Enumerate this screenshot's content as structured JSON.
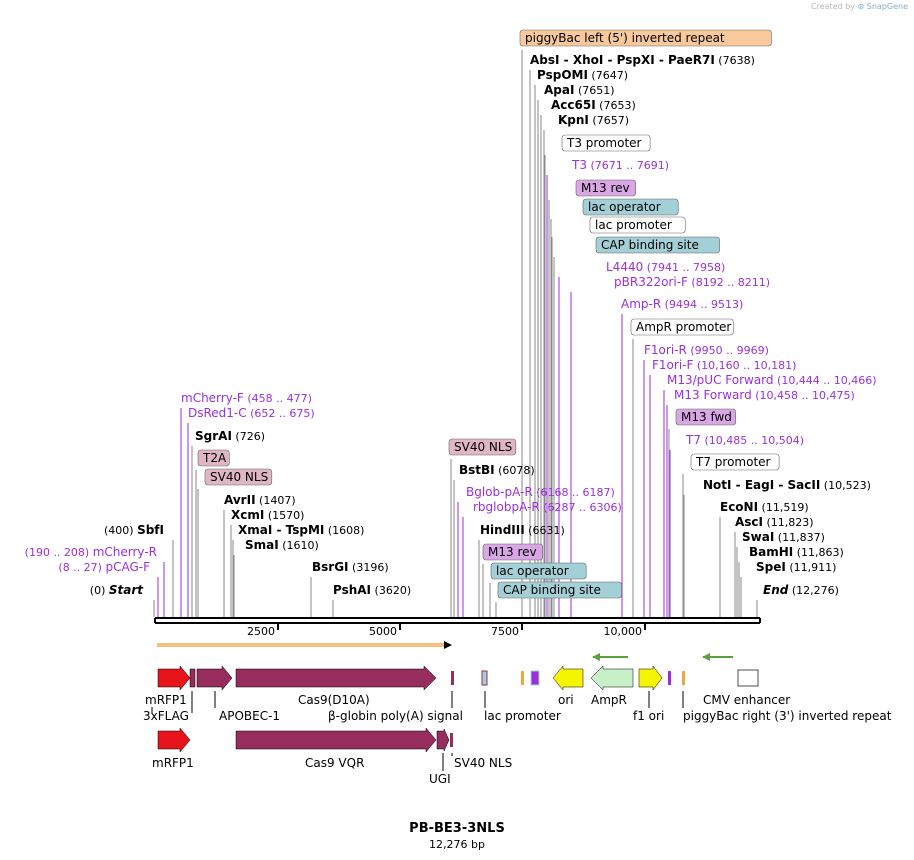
{
  "credit": {
    "prefix": "Created by",
    "brand": "SnapGene"
  },
  "plasmid": {
    "name": "PB-BE3-3NLS",
    "length_label": "12,276 bp",
    "length_bp": 12276
  },
  "colors": {
    "feature_purple": "#9b30d9",
    "rfp_red": "#e8141c",
    "cas9_maroon": "#962d5e",
    "marker_yellow": "#f5f500",
    "ampr_green": "#c8f0c8",
    "orange_bar": "#f2a444",
    "lac_teal": "#a3cfd6",
    "m13_lilac": "#d9a6e6",
    "piggybac_peach": "#f8c99c",
    "sv40_pink": "#e0b6c4"
  },
  "axis": {
    "ticks": [
      "2500",
      "5000",
      "7500",
      "10,000"
    ]
  },
  "top_labels": [
    {
      "text": "piggyBac left (5') inverted repeat",
      "style": "box",
      "fill": "#f8c99c"
    },
    {
      "text": "AbsI  -  XhoI  -  PspXI  -  PaeR7I",
      "pos": "(7638)",
      "style": "enzyme"
    },
    {
      "text": "PspOMI",
      "pos": "(7647)",
      "style": "enzyme"
    },
    {
      "text": "ApaI",
      "pos": "(7651)",
      "style": "enzyme"
    },
    {
      "text": "Acc65I",
      "pos": "(7653)",
      "style": "enzyme"
    },
    {
      "text": "KpnI",
      "pos": "(7657)",
      "style": "enzyme"
    },
    {
      "text": "T3 promoter",
      "style": "box",
      "fill": "#ffffff"
    },
    {
      "text": "T3",
      "pos": "(7671 .. 7691)",
      "style": "primer"
    },
    {
      "text": "M13 rev",
      "style": "box",
      "fill": "#d9a6e6"
    },
    {
      "text": "lac operator",
      "style": "box",
      "fill": "#a3cfd6"
    },
    {
      "text": "lac promoter",
      "style": "box",
      "fill": "#ffffff"
    },
    {
      "text": "CAP binding site",
      "style": "box",
      "fill": "#a3cfd6"
    },
    {
      "text": "L4440",
      "pos": "(7941 .. 7958)",
      "style": "primer"
    },
    {
      "text": "pBR322ori-F",
      "pos": "(8192 .. 8211)",
      "style": "primer"
    },
    {
      "text": "Amp-R",
      "pos": "(9494 .. 9513)",
      "style": "primer"
    },
    {
      "text": "AmpR promoter",
      "style": "box",
      "fill": "#ffffff"
    },
    {
      "text": "F1ori-R",
      "pos": "(9950 .. 9969)",
      "style": "primer"
    },
    {
      "text": "F1ori-F",
      "pos": "(10,160 .. 10,181)",
      "style": "primer"
    },
    {
      "text": "M13/pUC Forward",
      "pos": "(10,444 .. 10,466)",
      "style": "primer"
    },
    {
      "text": "M13 Forward",
      "pos": "(10,458 .. 10,475)",
      "style": "primer"
    },
    {
      "text": "M13 fwd",
      "style": "box",
      "fill": "#d9a6e6"
    },
    {
      "text": "T7",
      "pos": "(10,485 .. 10,504)",
      "style": "primer"
    },
    {
      "text": "T7 promoter",
      "style": "box",
      "fill": "#ffffff"
    },
    {
      "text": "NotI  -  EagI  -  SacII",
      "pos": "(10,523)",
      "style": "enzyme"
    },
    {
      "text": "EcoNI",
      "pos": "(11,519)",
      "style": "enzyme"
    },
    {
      "text": "AscI",
      "pos": "(11,823)",
      "style": "enzyme"
    },
    {
      "text": "SwaI",
      "pos": "(11,837)",
      "style": "enzyme"
    },
    {
      "text": "BamHI",
      "pos": "(11,863)",
      "style": "enzyme"
    },
    {
      "text": "SpeI",
      "pos": "(11,911)",
      "style": "enzyme"
    },
    {
      "text": "End",
      "pos": "(12,276)",
      "style": "enzyme_italic"
    },
    {
      "text": "mCherry-F",
      "pos": "(458 .. 477)",
      "style": "primer"
    },
    {
      "text": "DsRed1-C",
      "pos": "(652 .. 675)",
      "style": "primer"
    },
    {
      "text": "SgrAI",
      "pos": "(726)",
      "style": "enzyme"
    },
    {
      "text": "T2A",
      "style": "box",
      "fill": "#e0b6c4"
    },
    {
      "text": "SV40 NLS",
      "style": "box",
      "fill": "#e0b6c4"
    },
    {
      "text": "AvrII",
      "pos": "(1407)",
      "style": "enzyme"
    },
    {
      "text": "XcmI",
      "pos": "(1570)",
      "style": "enzyme"
    },
    {
      "text": "XmaI  -  TspMI",
      "pos": "(1608)",
      "style": "enzyme"
    },
    {
      "text": "SmaI",
      "pos": "(1610)",
      "style": "enzyme"
    },
    {
      "text": "SbfI",
      "pos": "(400)",
      "style": "enzyme_left"
    },
    {
      "text": "mCherry-R",
      "pos": "(190 .. 208)",
      "style": "primer_left"
    },
    {
      "text": "pCAG-F",
      "pos": "(8 .. 27)",
      "style": "primer_left"
    },
    {
      "text": "Start",
      "pos": "(0)",
      "style": "enzyme_left_italic"
    },
    {
      "text": "BsrGI",
      "pos": "(3196)",
      "style": "enzyme"
    },
    {
      "text": "PshAI",
      "pos": "(3620)",
      "style": "enzyme"
    },
    {
      "text": "SV40 NLS",
      "style": "box",
      "fill": "#e0b6c4"
    },
    {
      "text": "BstBI",
      "pos": "(6078)",
      "style": "enzyme"
    },
    {
      "text": "Bglob-pA-R",
      "pos": "(6168 .. 6187)",
      "style": "primer"
    },
    {
      "text": "rbglobpA-R",
      "pos": "(6287 .. 6306)",
      "style": "primer"
    },
    {
      "text": "HindIII",
      "pos": "(6631)",
      "style": "enzyme"
    },
    {
      "text": "M13 rev",
      "style": "box",
      "fill": "#d9a6e6"
    },
    {
      "text": "lac operator",
      "style": "box",
      "fill": "#a3cfd6"
    },
    {
      "text": "CAP binding site",
      "style": "box",
      "fill": "#a3cfd6"
    }
  ],
  "feature_labels": [
    "mRFP1",
    "3xFLAG",
    "APOBEC-1",
    "Cas9(D10A)",
    "β-globin poly(A) signal",
    "lac promoter",
    "ori",
    "AmpR",
    "f1 ori",
    "CMV enhancer",
    "piggyBac right (3') inverted repeat",
    "mRFP1",
    "Cas9 VQR",
    "UGI",
    "SV40 NLS"
  ]
}
